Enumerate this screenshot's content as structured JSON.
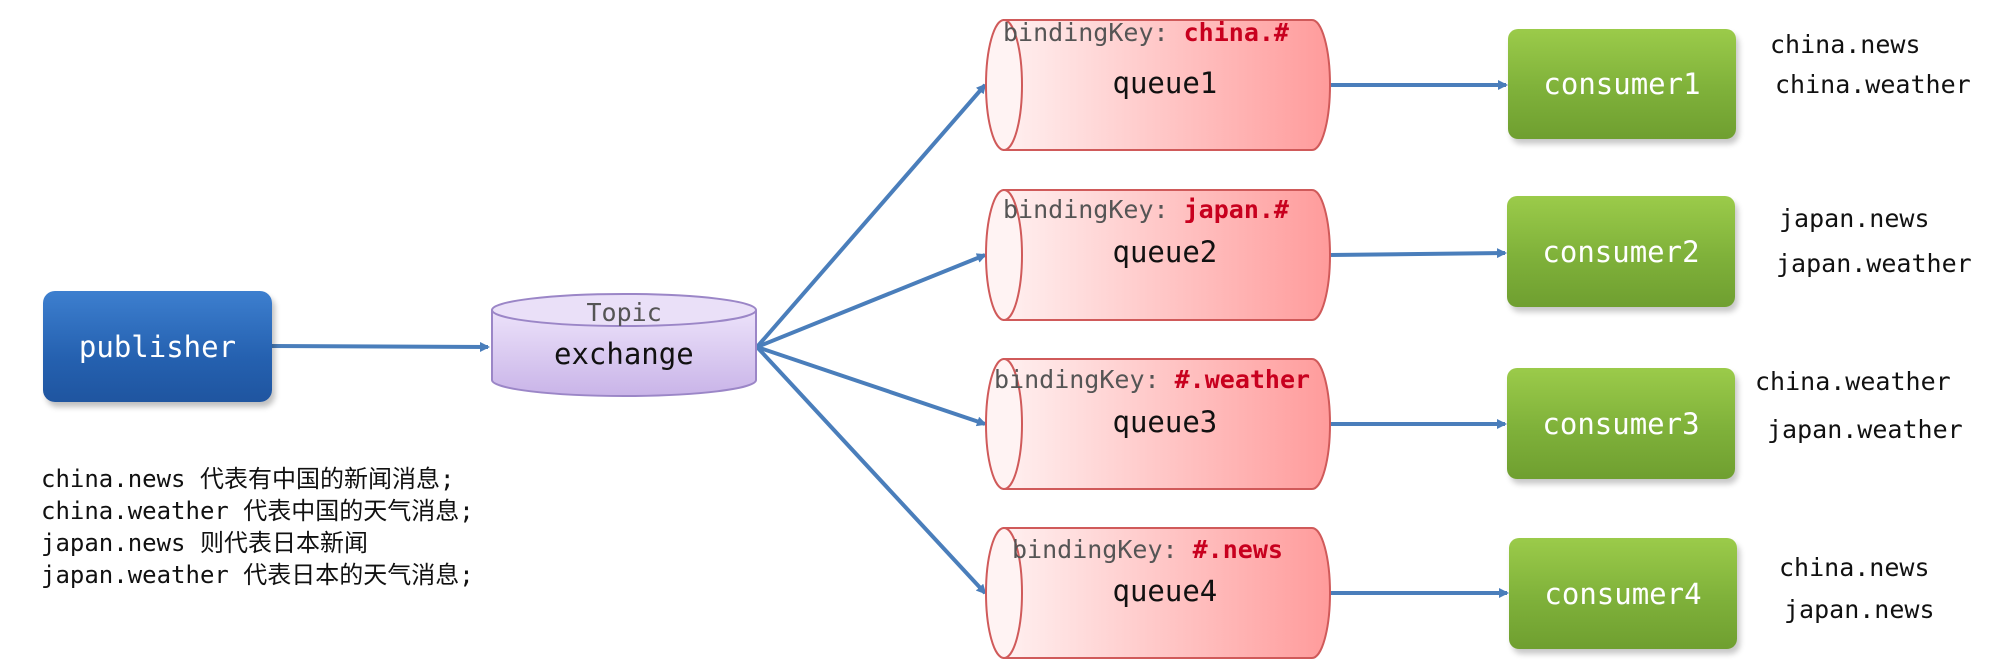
{
  "publisher": {
    "label": "publisher"
  },
  "exchange": {
    "type": "Topic",
    "name": "exchange"
  },
  "binding_prefix": "bindingKey: ",
  "queues": [
    {
      "name": "queue1",
      "binding_key": "china.#"
    },
    {
      "name": "queue2",
      "binding_key": "japan.#"
    },
    {
      "name": "queue3",
      "binding_key": "#.weather"
    },
    {
      "name": "queue4",
      "binding_key": "#.news"
    }
  ],
  "consumers": [
    {
      "name": "consumer1",
      "routing_keys": [
        "china.news",
        "china.weather"
      ]
    },
    {
      "name": "consumer2",
      "routing_keys": [
        "japan.news",
        "japan.weather"
      ]
    },
    {
      "name": "consumer3",
      "routing_keys": [
        "china.weather",
        "japan.weather"
      ]
    },
    {
      "name": "consumer4",
      "routing_keys": [
        "china.news",
        "japan.news"
      ]
    }
  ],
  "descriptions": [
    "china.news 代表有中国的新闻消息;",
    "china.weather 代表中国的天气消息;",
    "japan.news 则代表日本新闻",
    "japan.weather 代表日本的天气消息;"
  ],
  "colors": {
    "arrow": "#4a7ebb",
    "publisher": "#2a66b3",
    "exchange_fill": "#d8c8ef",
    "queue_fill_start": "#ffe9e9",
    "queue_fill_end": "#ff9e9e",
    "consumer": "#86b83e",
    "binding_key_value": "#c8001e"
  }
}
